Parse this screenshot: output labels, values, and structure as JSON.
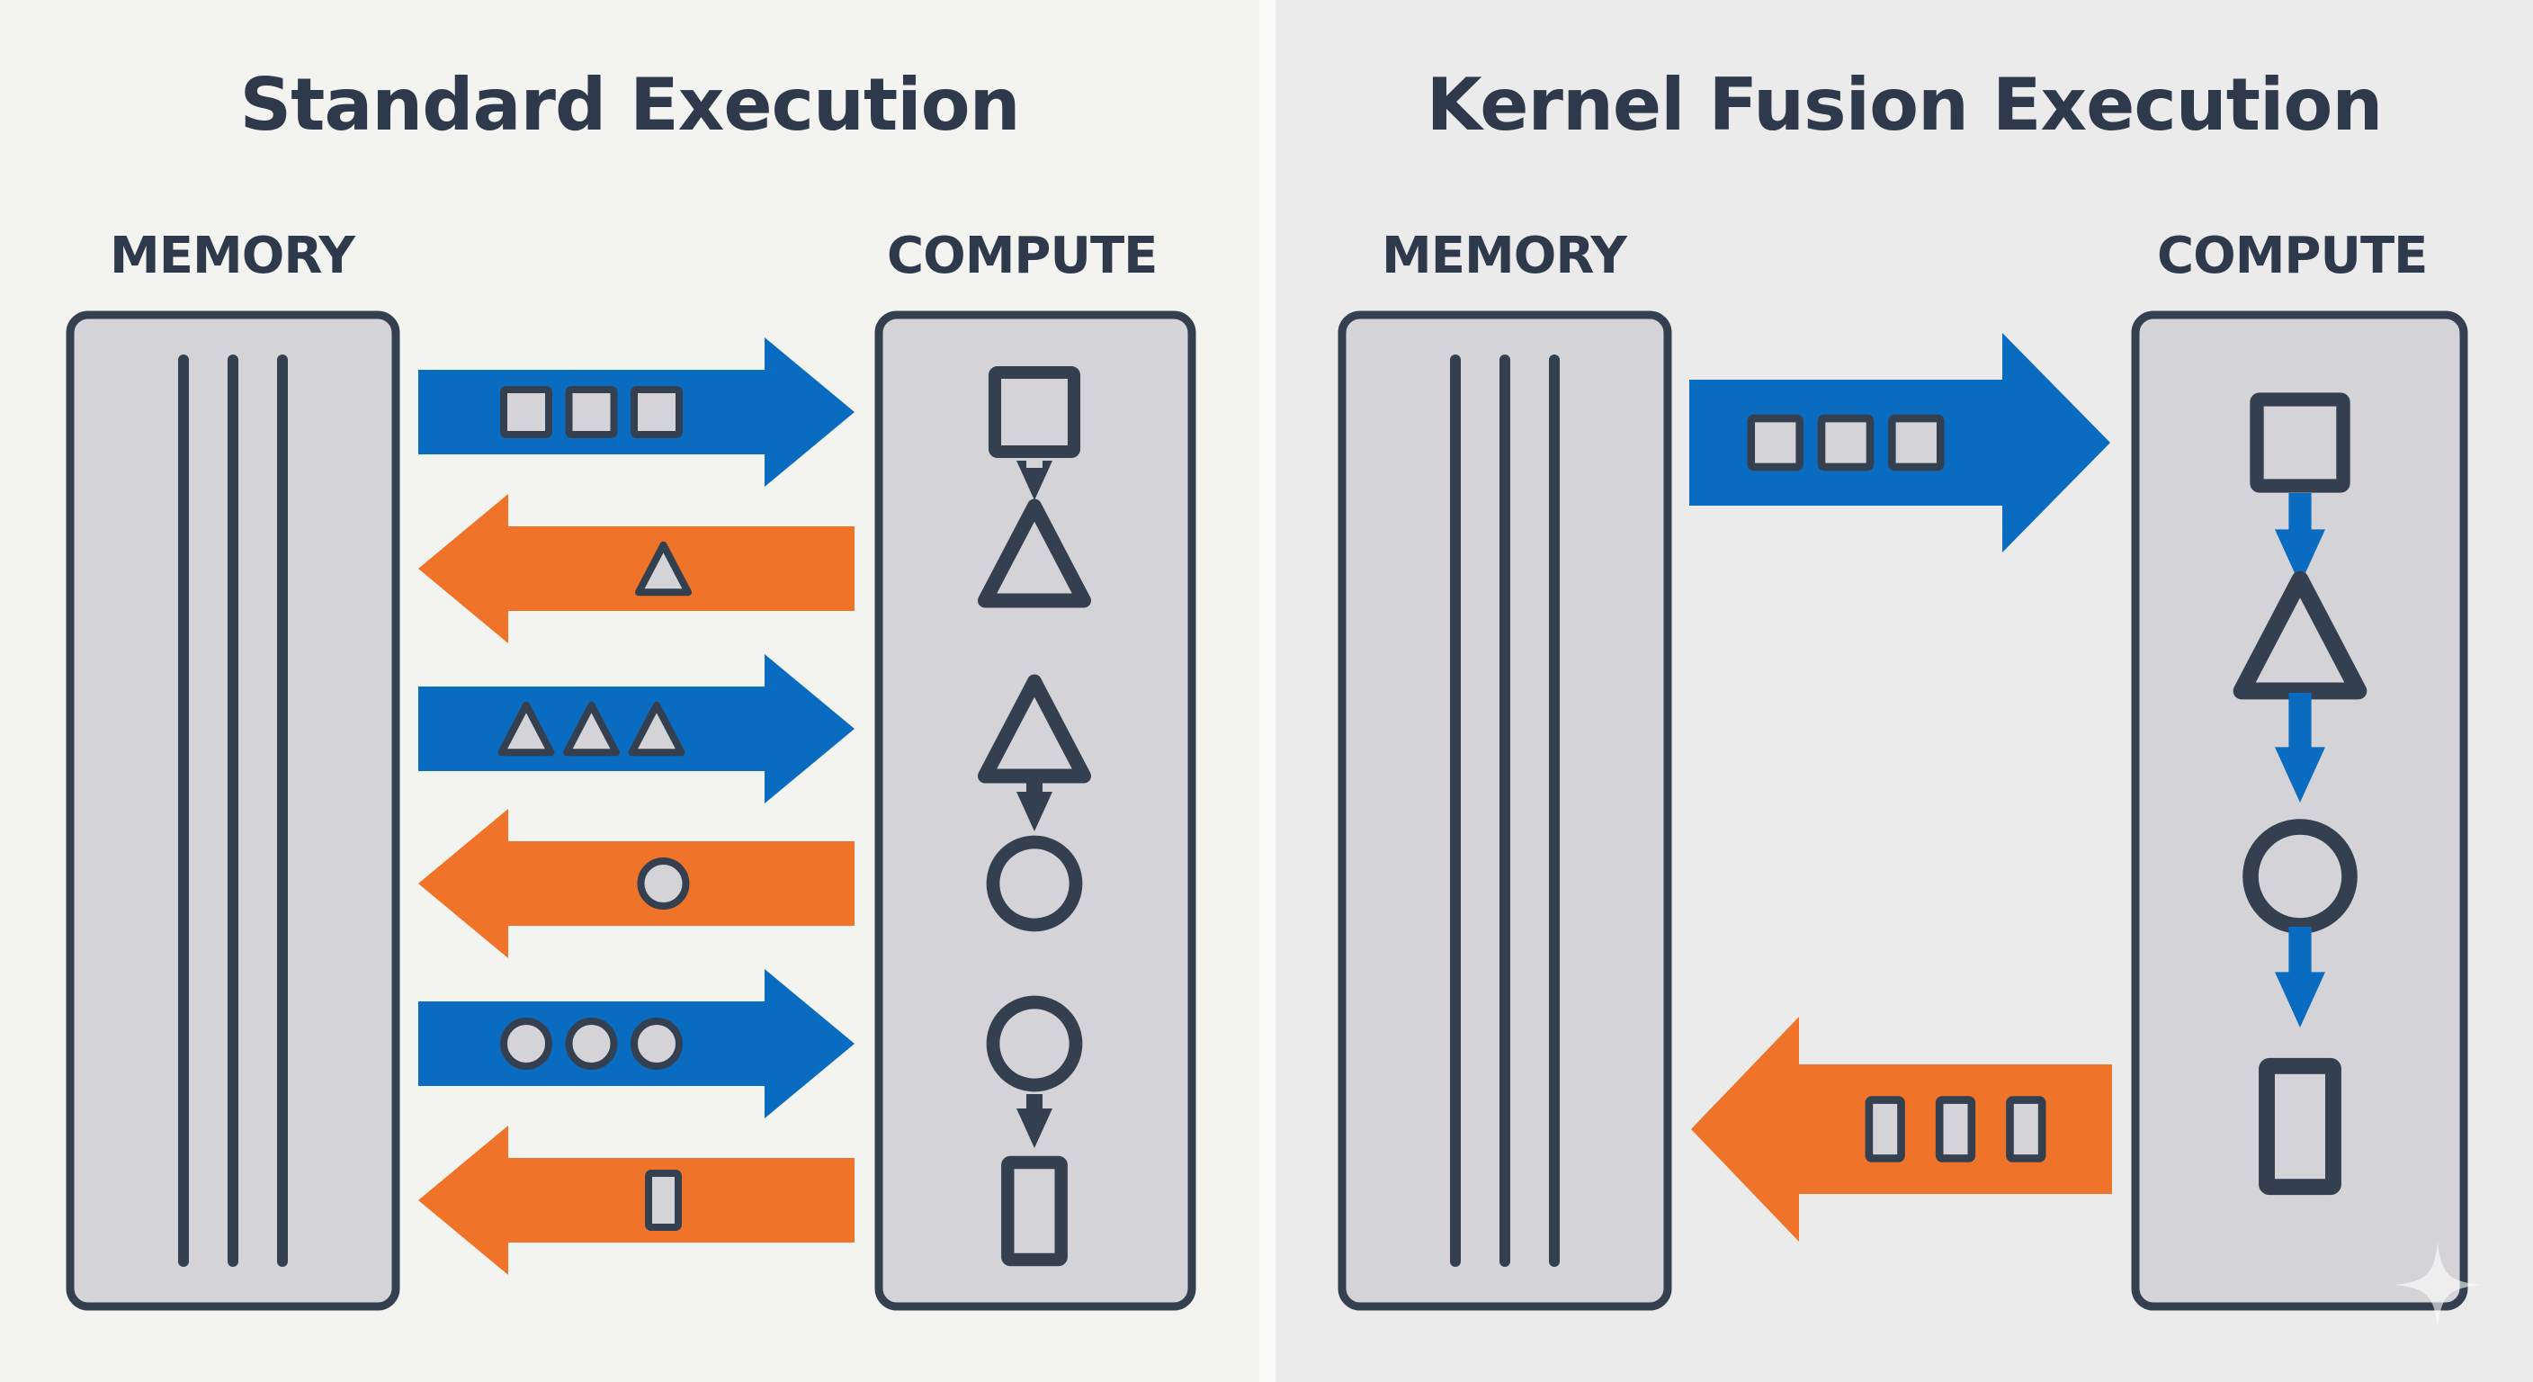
{
  "panels": [
    {
      "title": "Standard Execution",
      "memory_label": "MEMORY",
      "compute_label": "COMPUTE",
      "transfers": [
        {
          "direction": "to-compute",
          "color": "blue",
          "payload": [
            "square",
            "square",
            "square"
          ]
        },
        {
          "direction": "to-memory",
          "color": "orange",
          "payload": [
            "triangle"
          ]
        },
        {
          "direction": "to-compute",
          "color": "blue",
          "payload": [
            "triangle",
            "triangle",
            "triangle"
          ]
        },
        {
          "direction": "to-memory",
          "color": "orange",
          "payload": [
            "circle"
          ]
        },
        {
          "direction": "to-compute",
          "color": "blue",
          "payload": [
            "circle",
            "circle",
            "circle"
          ]
        },
        {
          "direction": "to-memory",
          "color": "orange",
          "payload": [
            "rectangle"
          ]
        }
      ],
      "compute_steps": [
        "square",
        "triangle",
        "triangle",
        "circle",
        "circle",
        "rectangle"
      ]
    },
    {
      "title": "Kernel Fusion Execution",
      "memory_label": "MEMORY",
      "compute_label": "COMPUTE",
      "transfers": [
        {
          "direction": "to-compute",
          "color": "blue",
          "payload": [
            "square",
            "square",
            "square"
          ]
        },
        {
          "direction": "to-memory",
          "color": "orange",
          "payload": [
            "rectangle",
            "rectangle",
            "rectangle"
          ]
        }
      ],
      "compute_steps": [
        "square",
        "triangle",
        "circle",
        "rectangle"
      ]
    }
  ],
  "colors": {
    "blue": "#0a6cc0",
    "orange": "#ef7328",
    "outline": "#34404f",
    "box_fill": "#d4d4d8",
    "left_bg": "#f3f3ef",
    "right_bg": "#ebebeb"
  },
  "watermark_icon": "sparkle-icon"
}
